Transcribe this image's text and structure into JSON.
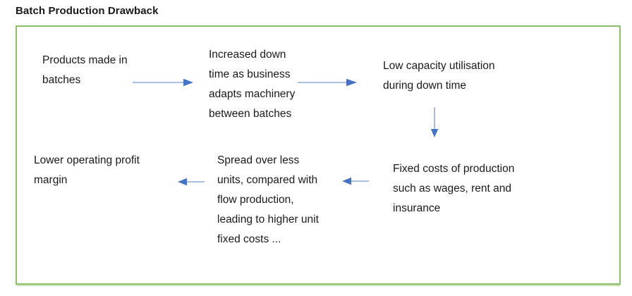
{
  "page": {
    "title": "Batch Production Drawback"
  },
  "colors": {
    "frame_border": "#8CBE6C",
    "arrow_shaft": "#8FA8DC",
    "arrow_head": "#4472C4",
    "text": "#1A1A1A"
  },
  "diagram": {
    "nodes": {
      "products": {
        "lines": [
          "Products made in",
          "batches"
        ]
      },
      "increased_downtime": {
        "lines": [
          "Increased down",
          "time as business",
          "adapts machinery",
          "between batches"
        ]
      },
      "low_capacity": {
        "lines": [
          "Low capacity utilisation",
          "during down time"
        ]
      },
      "fixed_costs": {
        "lines": [
          "Fixed costs of production",
          "such as wages, rent and",
          "insurance"
        ]
      },
      "spread_units": {
        "lines": [
          "Spread over less",
          "units, compared with",
          "flow production,",
          "leading to higher unit",
          "fixed costs ..."
        ]
      },
      "lower_margin": {
        "lines": [
          "Lower operating profit",
          "margin"
        ]
      }
    },
    "arrows": [
      {
        "id": "products-to-downtime",
        "direction": "right"
      },
      {
        "id": "downtime-to-lowcapacity",
        "direction": "right"
      },
      {
        "id": "lowcapacity-to-fixedcosts",
        "direction": "down"
      },
      {
        "id": "fixedcosts-to-spread",
        "direction": "left"
      },
      {
        "id": "spread-to-margin",
        "direction": "left"
      }
    ]
  }
}
